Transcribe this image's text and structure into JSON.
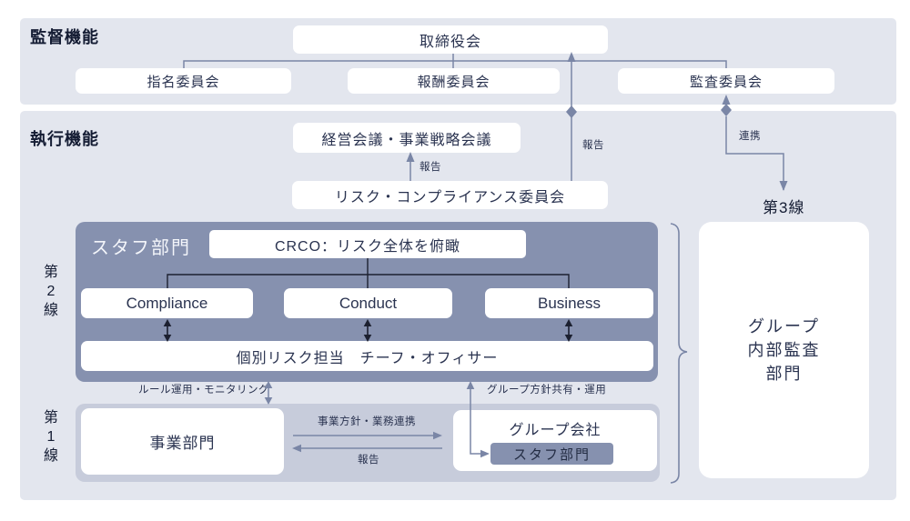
{
  "colors": {
    "panel_background": "#e3e6ee",
    "dark_zone": "#8691af",
    "light_zone": "#c7ccdb",
    "connector_slate": "#7a86a6",
    "connector_black": "#1c2030",
    "text": "#2a3350",
    "heading_text": "#141c33",
    "box_background": "#ffffff"
  },
  "supervisory": {
    "heading": "監督機能",
    "board": "取締役会",
    "committees": [
      {
        "label": "指名委員会"
      },
      {
        "label": "報酬委員会"
      },
      {
        "label": "監査委員会"
      }
    ]
  },
  "executive": {
    "heading": "執行機能",
    "management_meeting": "経営会議・事業戦略会議",
    "risk_compliance_committee": "リスク・コンプライアンス委員会",
    "report_to_board": "報告",
    "report_to_management": "報告",
    "cooperation": "連携"
  },
  "line2": {
    "label_chars": [
      "第",
      "2",
      "線"
    ],
    "zone_title": "スタフ部門",
    "crco": "CRCO：リスク全体を俯瞰",
    "risk_categories": [
      {
        "label": "Compliance"
      },
      {
        "label": "Conduct"
      },
      {
        "label": "Business"
      }
    ],
    "individual_risk_officers": "個別リスク担当　チーフ・オフィサー"
  },
  "line1": {
    "label_chars": [
      "第",
      "1",
      "線"
    ],
    "rule_operation": "ルール運用・モニタリング",
    "business_division": "事業部門",
    "business_policy": "事業方針・業務連携",
    "report": "報告",
    "group_policy": "グループ方針共有・運用",
    "group_company": "グループ会社",
    "group_staff_division": "スタフ部門"
  },
  "line3": {
    "label": "第3線",
    "internal_audit_lines": [
      "グループ",
      "内部監査",
      "部門"
    ]
  }
}
